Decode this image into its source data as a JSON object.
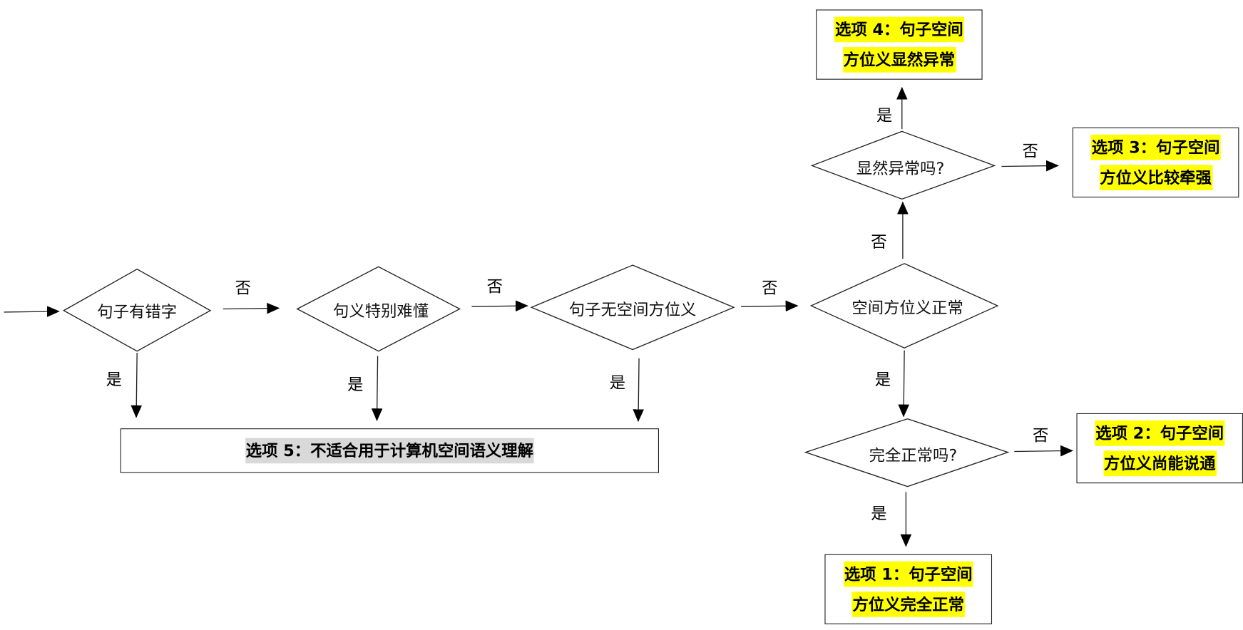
{
  "decisions": {
    "d1": "句子有错字",
    "d2": "句义特别难懂",
    "d3": "句子无空间方位义",
    "d4": "空间方位义正常",
    "d5": "显然异常吗?",
    "d6": "完全正常吗?"
  },
  "edge_labels": {
    "yes": "是",
    "no": "否"
  },
  "options": {
    "o1": {
      "line1": "选项 1：句子空间",
      "line2": "方位义完全正常"
    },
    "o2": {
      "line1": "选项 2：句子空间",
      "line2": "方位义尚能说通"
    },
    "o3": {
      "line1": "选项 3：句子空间",
      "line2": "方位义比较牵强"
    },
    "o4": {
      "line1": "选项 4：句子空间",
      "line2": "方位义显然异常"
    },
    "o5": {
      "line1": "选项 5：不适合用于计算机空间语义理解"
    }
  },
  "colors": {
    "highlight": "#ffff00",
    "highlight_gray": "#d9d9d9"
  }
}
